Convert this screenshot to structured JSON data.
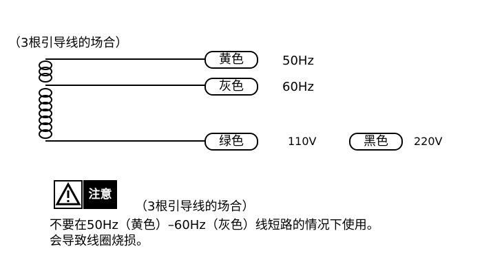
{
  "header": {
    "title": "（3根引导线的场合）"
  },
  "wires": [
    {
      "color_label": "黄色",
      "frequency": "50Hz"
    },
    {
      "color_label": "灰色",
      "frequency": "60Hz"
    },
    {
      "color_label": "绿色",
      "frequency": "110V"
    }
  ],
  "extra": {
    "color_label": "黑色",
    "voltage": "220V"
  },
  "warning": {
    "icon": "warning-triangle-icon",
    "label": "注意",
    "subtitle": "（3根引导线的场合）",
    "line1": "不要在50Hz（黄色）–60Hz（灰色）线短路的情况下使用。",
    "line2": "会导致线圈烧损。"
  },
  "colors": {
    "ink": "#000000",
    "paper": "#ffffff"
  }
}
